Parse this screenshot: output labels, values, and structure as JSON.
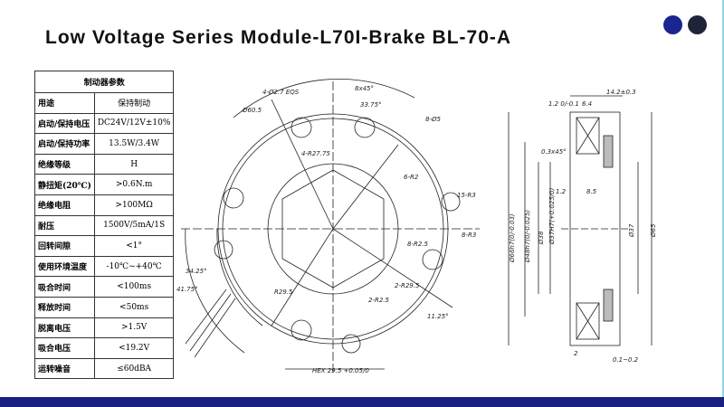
{
  "title": "Low Voltage Series Module-L70I-Brake BL-70-A",
  "colors": {
    "dot1": "#1a2590",
    "dot2": "#1f2538",
    "bar": "#1a2080"
  },
  "table": {
    "header": "制动器参数",
    "rows": [
      {
        "k": "用途",
        "v": "保持制动"
      },
      {
        "k": "启动/保持电压",
        "v": "DC24V/12V±10%"
      },
      {
        "k": "启动/保持功率",
        "v": "13.5W/3.4W"
      },
      {
        "k": "绝缘等级",
        "v": "H"
      },
      {
        "k": "静扭矩(20℃)",
        "v": ">0.6N.m"
      },
      {
        "k": "绝缘电阻",
        "v": ">100MΩ"
      },
      {
        "k": "耐压",
        "v": "1500V/5mA/1S"
      },
      {
        "k": "回转间隙",
        "v": "<1°"
      },
      {
        "k": "使用环境温度",
        "v": "-10℃~+40℃"
      },
      {
        "k": "吸合时间",
        "v": "<100ms"
      },
      {
        "k": "释放时间",
        "v": "<50ms"
      },
      {
        "k": "脱离电压",
        "v": ">1.5V"
      },
      {
        "k": "吸合电压",
        "v": "<19.2V"
      },
      {
        "k": "运转噪音",
        "v": "≤60dBA"
      }
    ]
  },
  "front": {
    "labels": [
      "4-Ø2.7 EQS",
      "8x45°",
      "33.75°",
      "Ø60.5",
      "8-Ø5",
      "4-R27.75",
      "6-R2",
      "15-R3",
      "8-R2.5",
      "8-R3",
      "34.25°",
      "41.75°",
      "R29.5",
      "2-R29.5",
      "2-R2.5",
      "11.25°",
      "HEX 29.5 +0.05/0"
    ]
  },
  "side": {
    "labels": [
      "14.2±0.3",
      "1.2 0/-0.1",
      "6.4",
      "0.3x45°",
      "1.2",
      "8.5",
      "Ø66h7(0/-0.03)",
      "Ø48h7(0/-0.025)",
      "Ø38",
      "Ø37H7(+0.025/0)",
      "Ø37",
      "Ø65",
      "2",
      "0.1~0.2"
    ]
  }
}
